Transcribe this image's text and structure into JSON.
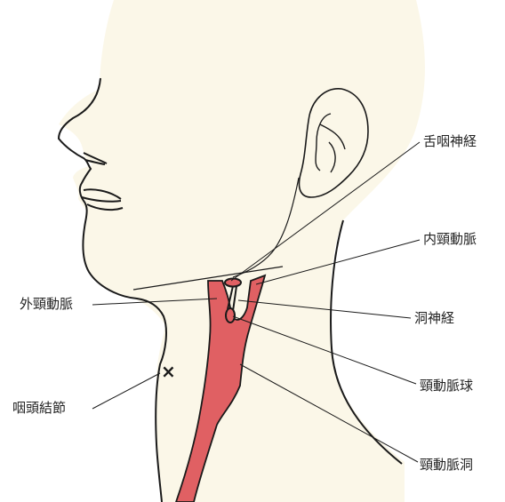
{
  "labels": {
    "glossopharyngeal_nerve": "舌咽神経",
    "internal_carotid_artery": "内頸動脈",
    "external_carotid_artery": "外頸動脈",
    "sinus_nerve": "洞神経",
    "pharyngeal_nodule": "咽頭結節",
    "carotid_body": "頸動脈球",
    "carotid_sinus": "頸動脈洞"
  },
  "marker_symbol": "×",
  "colors": {
    "skin": "#fbf7e8",
    "artery": "#e06063",
    "outline": "#1a1a1a",
    "background": "#ffffff"
  }
}
